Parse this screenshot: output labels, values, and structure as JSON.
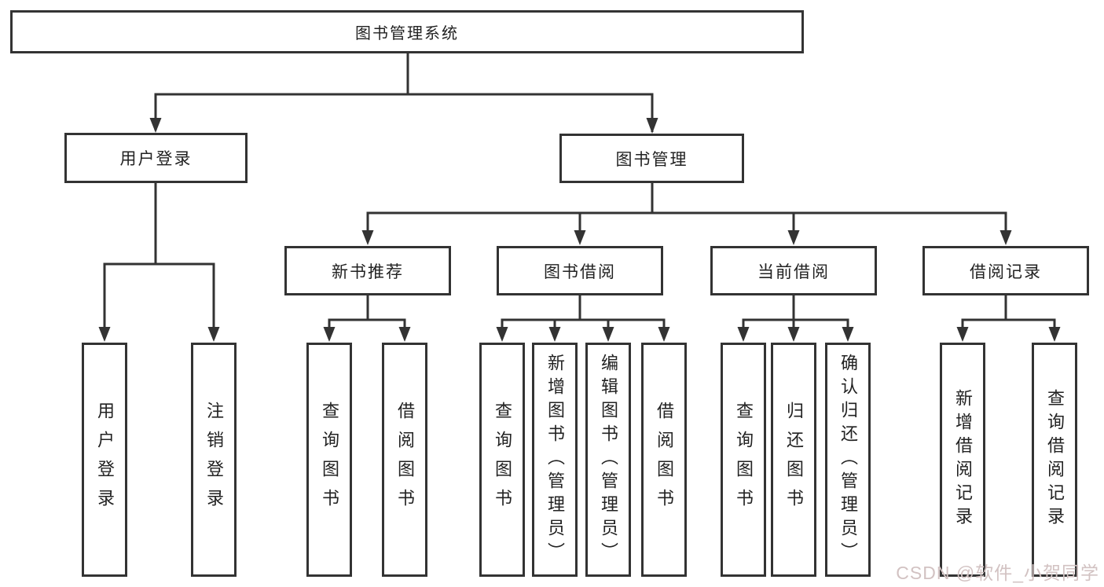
{
  "diagram": {
    "root": "图书管理系统",
    "level1": {
      "user_login": "用户登录",
      "book_management": "图书管理"
    },
    "modules": {
      "new_book": "新书推荐",
      "book_borrow": "图书借阅",
      "current_borrow": "当前借阅",
      "borrow_record": "借阅记录"
    },
    "functions": {
      "user_login": [
        "用户登录",
        "注销登录"
      ],
      "new_book": [
        "查询图书",
        "借阅图书"
      ],
      "book_borrow": [
        "查询图书",
        "新增图书（管理员）",
        "编辑图书（管理员）",
        "借阅图书"
      ],
      "current_borrow": [
        "查询图书",
        "归还图书",
        "确认归还（管理员）"
      ],
      "borrow_record": [
        "新增借阅记录",
        "查询借阅记录"
      ]
    }
  },
  "watermark": "CSDN @软件_小贺同学",
  "colors": {
    "line": "#333333",
    "text": "#222222",
    "background": "#ffffff",
    "watermark": "#d2c2c2"
  }
}
